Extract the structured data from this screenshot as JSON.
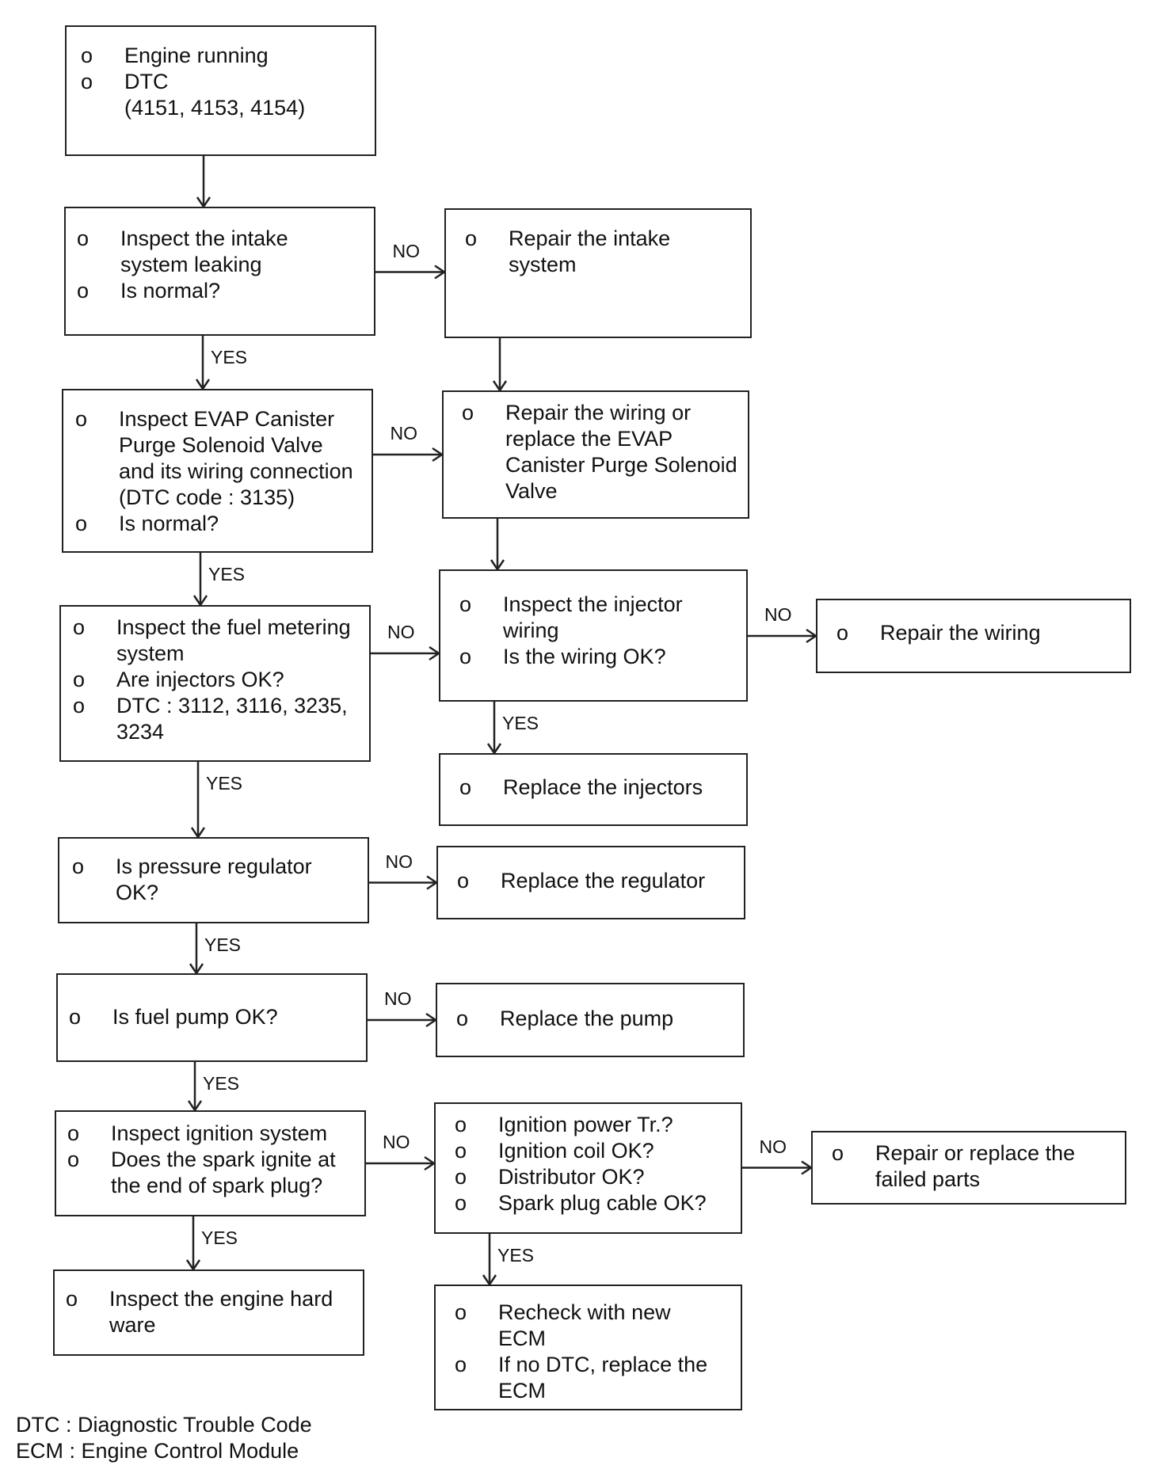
{
  "nodes": [
    {
      "id": "start",
      "items": [
        "Engine running",
        "DTC\n(4151, 4153, 4154)"
      ]
    },
    {
      "id": "intake",
      "items": [
        "Inspect the intake\nsystem leaking",
        "Is normal?"
      ]
    },
    {
      "id": "repair-intake",
      "items": [
        "Repair the intake\nsystem"
      ]
    },
    {
      "id": "evap",
      "items": [
        "Inspect EVAP Canister\nPurge Solenoid Valve\nand its wiring connection\n(DTC code : 3135)",
        "Is normal?"
      ]
    },
    {
      "id": "repair-evap",
      "items": [
        "Repair the wiring or\nreplace the EVAP\nCanister Purge Solenoid\nValve"
      ]
    },
    {
      "id": "fuel-metering",
      "items": [
        "Inspect the fuel metering\nsystem",
        "Are injectors OK?",
        "DTC : 3112, 3116, 3235,\n3234"
      ]
    },
    {
      "id": "injector-wiring",
      "items": [
        "Inspect the injector\nwiring",
        "Is the wiring OK?"
      ]
    },
    {
      "id": "repair-wiring",
      "items": [
        "Repair the wiring"
      ]
    },
    {
      "id": "replace-injectors",
      "items": [
        "Replace the injectors"
      ]
    },
    {
      "id": "pressure-regulator",
      "items": [
        "Is pressure regulator\nOK?"
      ]
    },
    {
      "id": "replace-regulator",
      "items": [
        "Replace the regulator"
      ]
    },
    {
      "id": "fuel-pump",
      "items": [
        "Is fuel pump OK?"
      ]
    },
    {
      "id": "replace-pump",
      "items": [
        "Replace the pump"
      ]
    },
    {
      "id": "ignition",
      "items": [
        "Inspect ignition system",
        "Does the spark ignite at\nthe end of spark plug?"
      ]
    },
    {
      "id": "ignition-checks",
      "items": [
        "Ignition power Tr.?",
        "Ignition coil OK?",
        "Distributor OK?",
        "Spark plug cable OK?"
      ]
    },
    {
      "id": "repair-parts",
      "items": [
        "Repair or replace the\nfailed parts"
      ]
    },
    {
      "id": "engine-hardware",
      "items": [
        "Inspect the engine hard\nware"
      ]
    },
    {
      "id": "recheck-ecm",
      "items": [
        "Recheck with new\nECM",
        "If no DTC, replace the\nECM"
      ]
    }
  ],
  "edges": [
    {
      "from": "start",
      "to": "intake",
      "label": ""
    },
    {
      "from": "intake",
      "to": "repair-intake",
      "label": "NO"
    },
    {
      "from": "intake",
      "to": "evap",
      "label": "YES"
    },
    {
      "from": "repair-intake",
      "to": "repair-evap",
      "label": ""
    },
    {
      "from": "evap",
      "to": "repair-evap",
      "label": "NO"
    },
    {
      "from": "evap",
      "to": "fuel-metering",
      "label": "YES"
    },
    {
      "from": "repair-evap",
      "to": "injector-wiring",
      "label": ""
    },
    {
      "from": "fuel-metering",
      "to": "injector-wiring",
      "label": "NO"
    },
    {
      "from": "injector-wiring",
      "to": "repair-wiring",
      "label": "NO"
    },
    {
      "from": "injector-wiring",
      "to": "replace-injectors",
      "label": "YES"
    },
    {
      "from": "fuel-metering",
      "to": "pressure-regulator",
      "label": "YES"
    },
    {
      "from": "pressure-regulator",
      "to": "replace-regulator",
      "label": "NO"
    },
    {
      "from": "pressure-regulator",
      "to": "fuel-pump",
      "label": "YES"
    },
    {
      "from": "fuel-pump",
      "to": "replace-pump",
      "label": "NO"
    },
    {
      "from": "fuel-pump",
      "to": "ignition",
      "label": "YES"
    },
    {
      "from": "ignition",
      "to": "ignition-checks",
      "label": "NO"
    },
    {
      "from": "ignition-checks",
      "to": "repair-parts",
      "label": "NO"
    },
    {
      "from": "ignition",
      "to": "engine-hardware",
      "label": "YES"
    },
    {
      "from": "ignition-checks",
      "to": "recheck-ecm",
      "label": "YES"
    }
  ],
  "bullet_symbol": "o",
  "legend": [
    "DTC : Diagnostic Trouble Code",
    "ECM : Engine Control Module"
  ]
}
